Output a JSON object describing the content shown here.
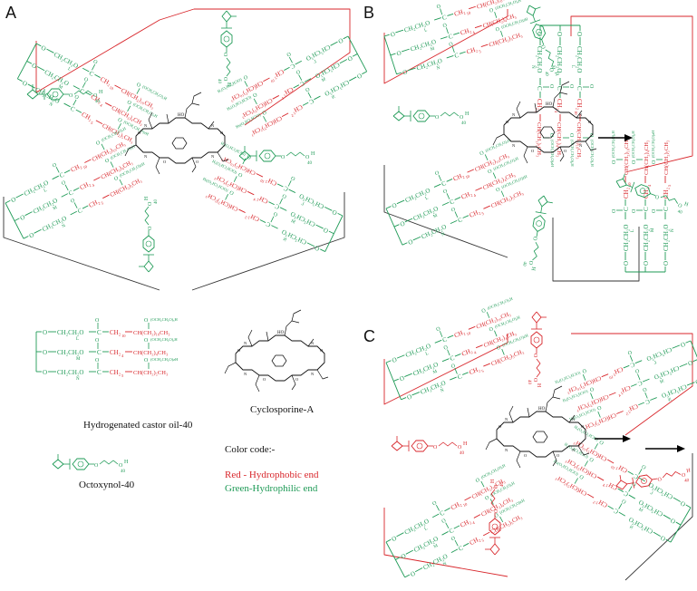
{
  "panels": {
    "a": "A",
    "b": "B",
    "c": "C"
  },
  "legend": {
    "castor_oil": "Hydrogenated castor oil-40",
    "octoxynol": "Octoxynol-40",
    "cyclosporine": "Cyclosporine-A",
    "color_code": "Color code:-",
    "red": "Red - Hydrophobic end",
    "green": "Green-Hydrophilic end"
  },
  "structure": {
    "o": "O",
    "c": "C",
    "ch2ch2o": "CH₂CH₂O",
    "ch2": "CH₂",
    "oh": "OH",
    "chain_10": "CH(CH₂)₁₀CH₃",
    "chain_4": "CH(CH₂)₄CH₃",
    "chain_5": "CH(CH₂)₅CH₃",
    "peg_x": "(OCH₂CH₂O)ₓH",
    "peg_y": "(OCH₂CH₂O)ᵧH",
    "peg_z": "(OCH₂CH₂O)zH",
    "idx_l": "L",
    "idx_m": "M",
    "idx_n": "N",
    "n10": "10",
    "n4": "4",
    "n5": "5",
    "n40": "40",
    "h": "H",
    "ho": "HO",
    "n_atom": "N"
  },
  "colors": {
    "hydrophobic": "#d8262b",
    "hydrophilic": "#1e9a56",
    "frame": "#d8262b",
    "frame_dark": "#333333",
    "drug": "#111111"
  }
}
